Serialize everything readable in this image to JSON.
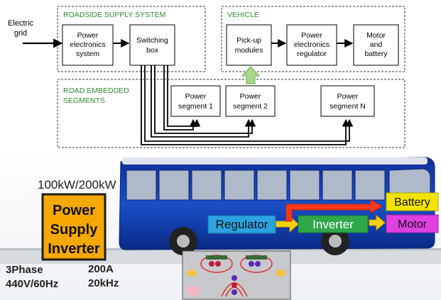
{
  "diagram": {
    "source_label": [
      "Electric",
      "grid"
    ],
    "groups": {
      "roadside": "ROADSIDE SUPPLY SYSTEM",
      "vehicle": "VEHICLE",
      "road": [
        "ROAD EMBEDDED",
        "SEGMENTS"
      ]
    },
    "blocks": {
      "power_electronics_system": [
        "Power",
        "electronics",
        "system"
      ],
      "switching_box": [
        "Switching",
        "box"
      ],
      "pickup_modules": [
        "Pick-up",
        "modules"
      ],
      "power_electronics_regulator": [
        "Power",
        "electronics",
        "regulator"
      ],
      "motor_battery": [
        "Motor",
        "and",
        "battery"
      ],
      "segment_1": [
        "Power",
        "segment 1"
      ],
      "segment_2": [
        "Power",
        "segment 2"
      ],
      "segment_n": [
        "Power",
        "segment N"
      ]
    }
  },
  "bus_scene": {
    "rating": "100kW/200kW",
    "inverter_box": [
      "Power",
      "Supply",
      "Inverter"
    ],
    "regulator": "Regulator",
    "inverter": "Inverter",
    "battery": "Battery",
    "motor": "Motor",
    "left_specs": [
      "3Phase",
      "440V/60Hz"
    ],
    "right_specs": [
      "200A",
      "20kHz"
    ]
  },
  "colors": {
    "group_label": "#2e8b2e",
    "up_arrow": "#a8d88a",
    "bus_body": "#1a4fc9",
    "regulator_fill": "#2aa3e0",
    "inverter_fill": "#2fa84a",
    "battery_fill": "#f2e300",
    "motor_fill": "#e040e0",
    "power_arrow": "#f4d300",
    "inverter_box_fill": "#f5a800"
  }
}
